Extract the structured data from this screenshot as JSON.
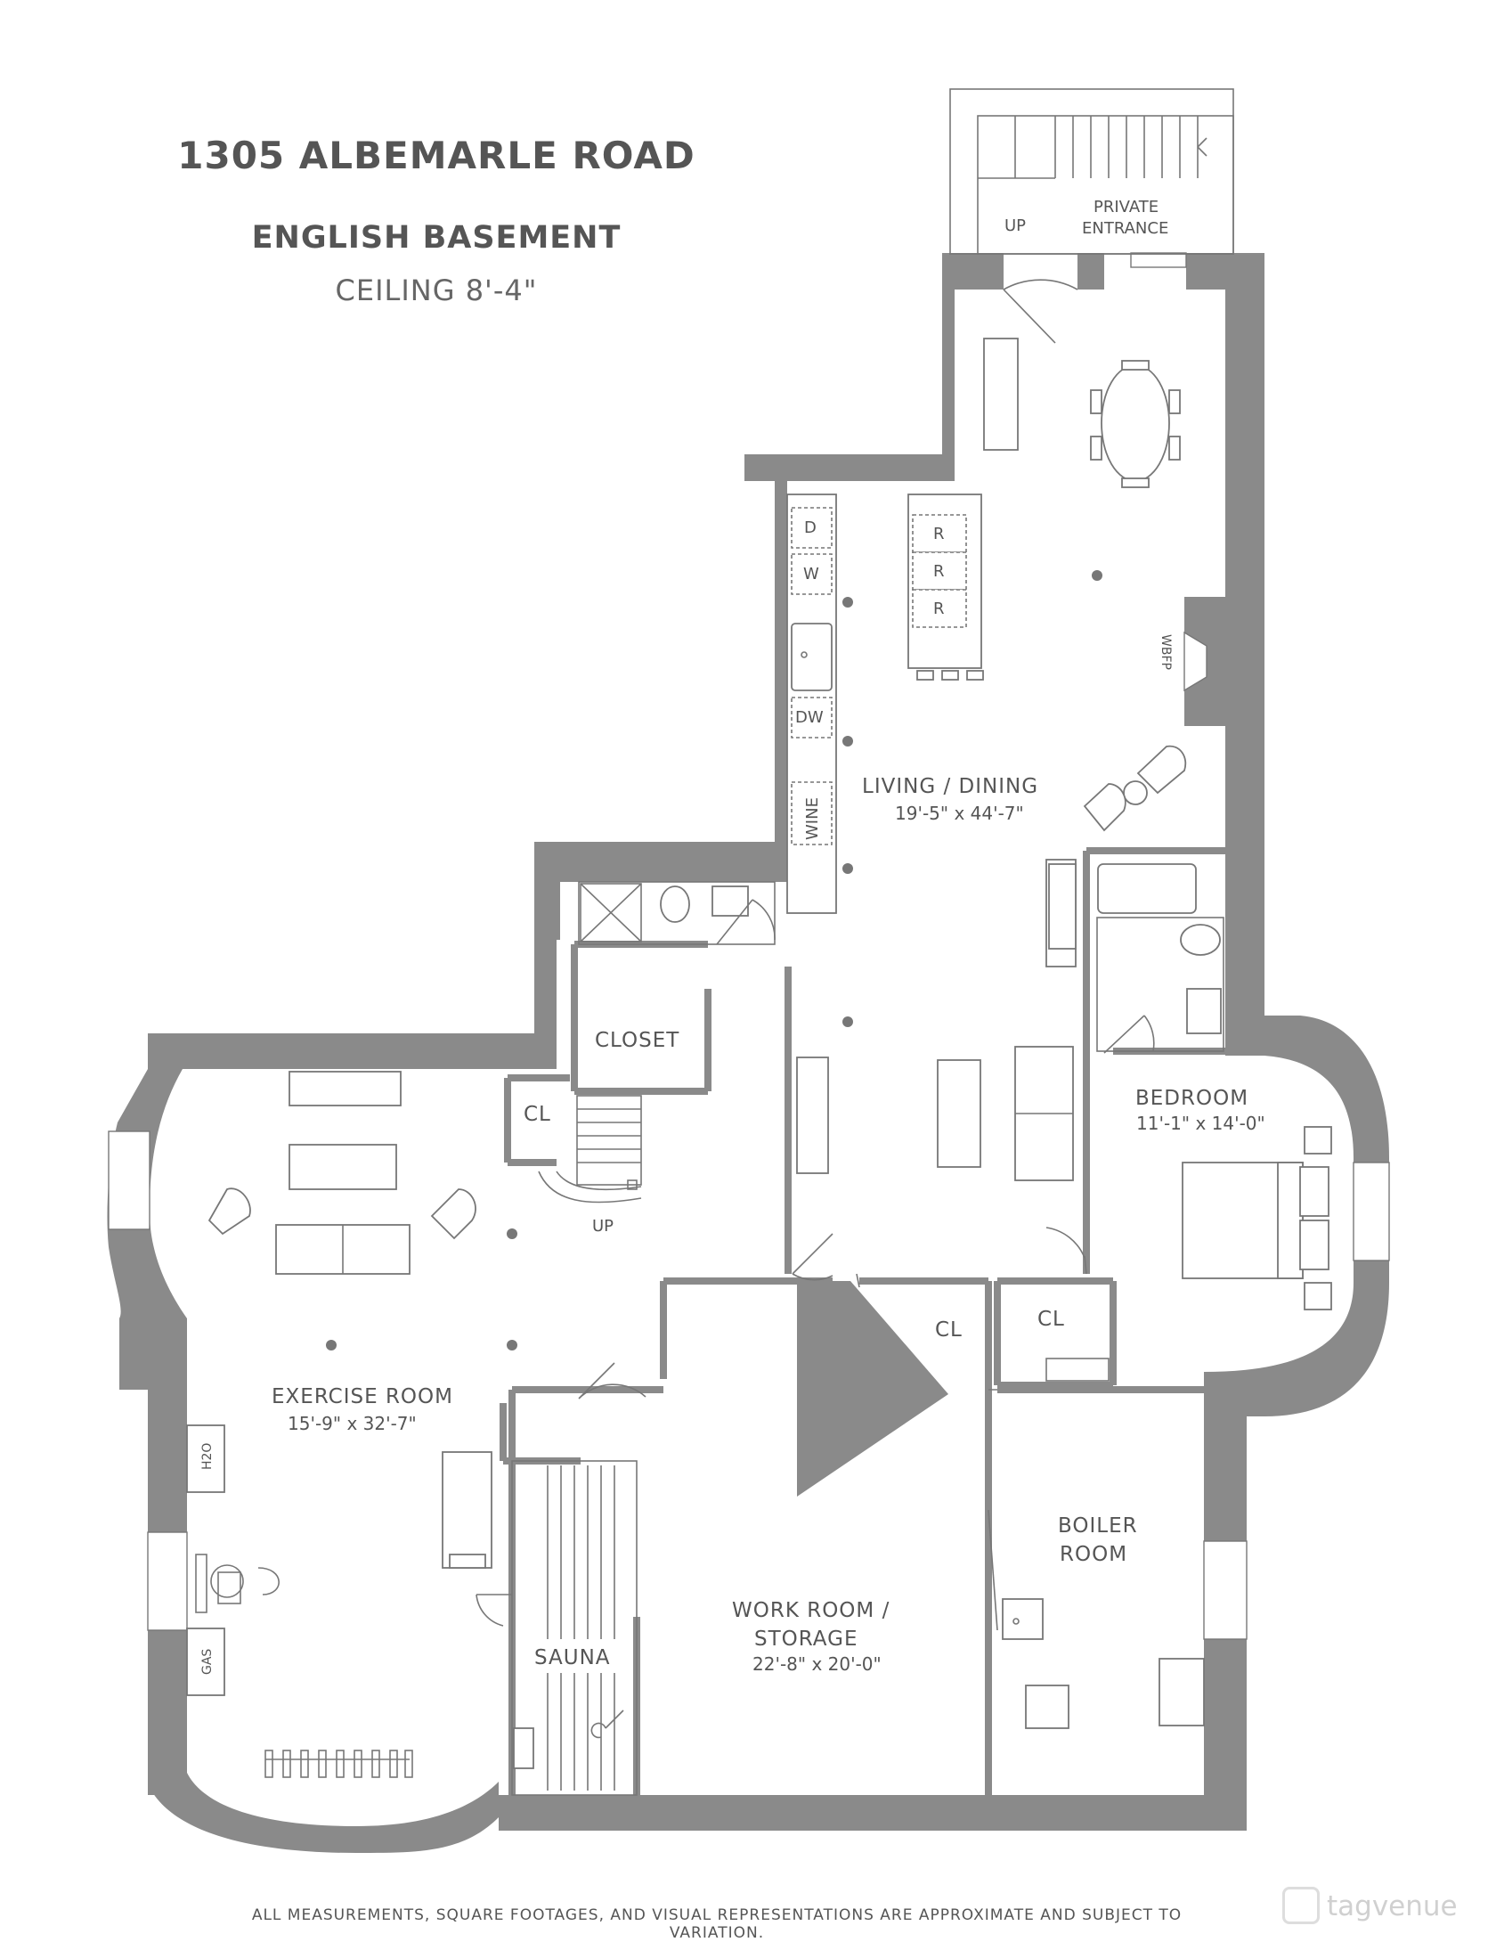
{
  "header": {
    "title": "1305 ALBEMARLE ROAD",
    "floor": "ENGLISH BASEMENT",
    "ceiling": "CEILING 8'-4\""
  },
  "rooms": {
    "living": {
      "name": "LIVING / DINING",
      "dims": "19'-5\" x 44'-7\""
    },
    "bedroom": {
      "name": "BEDROOM",
      "dims": "11'-1\" x 14'-0\""
    },
    "exercise": {
      "name": "EXERCISE ROOM",
      "dims": "15'-9\" x 32'-7\""
    },
    "work": {
      "name_line1": "WORK ROOM /",
      "name_line2": "STORAGE",
      "dims": "22'-8\" x 20'-0\""
    },
    "boiler": {
      "name_line1": "BOILER",
      "name_line2": "ROOM"
    },
    "closet": {
      "name": "CLOSET"
    },
    "sauna": {
      "name": "SAUNA"
    },
    "cl_exercise": {
      "name": "CL"
    },
    "cl_center": {
      "name": "CL"
    },
    "cl_bedroom": {
      "name": "CL"
    }
  },
  "labels": {
    "private_entrance_1": "PRIVATE",
    "private_entrance_2": "ENTRANCE",
    "up_entrance": "UP",
    "up_stair": "UP",
    "wbfp": "WBFP",
    "dryer": "D",
    "washer": "W",
    "dishwasher": "DW",
    "wine": "WINE",
    "island_r1": "R",
    "island_r2": "R",
    "island_r3": "R",
    "h2o": "H2O",
    "gas": "GAS"
  },
  "footer": {
    "disclaimer": "ALL MEASUREMENTS, SQUARE FOOTAGES, AND VISUAL REPRESENTATIONS ARE APPROXIMATE AND SUBJECT TO VARIATION.",
    "watermark": "tagvenue"
  },
  "colors": {
    "wall": "#8a8a8a",
    "text": "#555555",
    "line": "#777777"
  }
}
